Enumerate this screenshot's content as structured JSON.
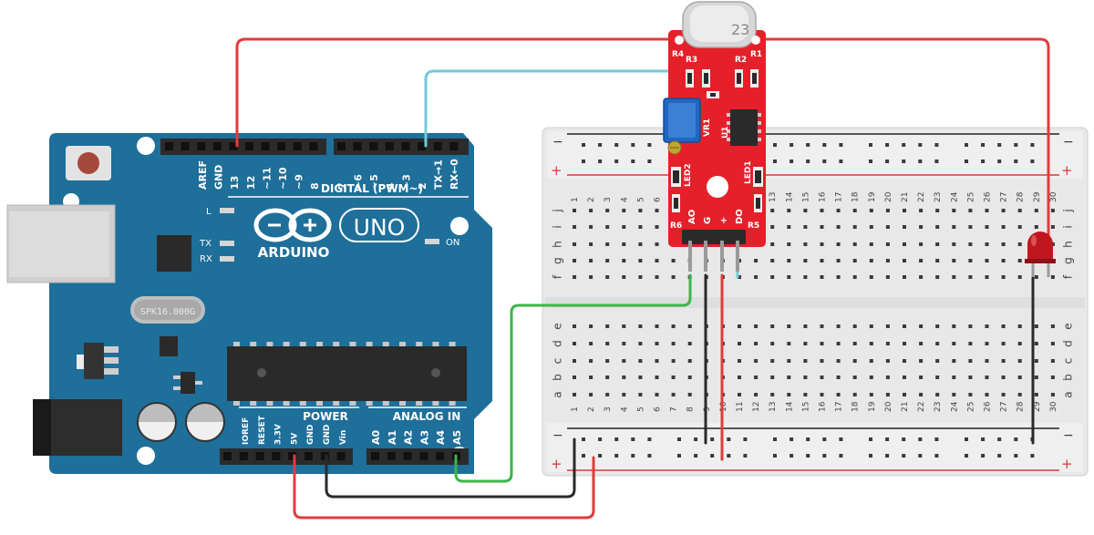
{
  "arduino": {
    "brand": "ARDUINO",
    "model": "UNO",
    "crystal": "SPK16.000G",
    "digital_header_label": "DIGITAL (PWM~)",
    "digital_pins_left": [
      "AREF",
      "GND",
      "13",
      "12",
      "~11",
      "~10",
      "~9",
      "8"
    ],
    "digital_pins_right": [
      "7",
      "~6",
      "~5",
      "4",
      "~3",
      "2",
      "TX→1",
      "RX←0"
    ],
    "led_labels": {
      "l": "L",
      "tx": "TX",
      "rx": "RX",
      "on": "ON"
    },
    "power_label": "POWER",
    "power_pins": [
      "IOREF",
      "RESET",
      "3.3V",
      "5V",
      "GND",
      "GND",
      "Vin"
    ],
    "analog_label": "ANALOG IN",
    "analog_pins": [
      "A0",
      "A1",
      "A2",
      "A3",
      "A4",
      "A5"
    ]
  },
  "breadboard": {
    "columns": [
      "1",
      "2",
      "3",
      "4",
      "5",
      "6",
      "7",
      "8",
      "9",
      "10",
      "11",
      "12",
      "13",
      "14",
      "15",
      "16",
      "17",
      "18",
      "19",
      "20",
      "21",
      "22",
      "23",
      "24",
      "25",
      "26",
      "27",
      "28",
      "29",
      "30"
    ],
    "rows_top": [
      "j",
      "i",
      "h",
      "g",
      "f"
    ],
    "rows_bottom": [
      "e",
      "d",
      "c",
      "b",
      "a"
    ],
    "rail_minus": "−",
    "rail_plus": "+"
  },
  "sound_sensor": {
    "component_labels": [
      "R4",
      "R3",
      "R2",
      "R1",
      "VR1",
      "U1",
      "LED2",
      "LED1",
      "R6",
      "R5"
    ],
    "pin_labels": [
      "AO",
      "G",
      "+",
      "DO"
    ],
    "mic_text": "23"
  },
  "colors": {
    "wire_red": "#e23b3b",
    "wire_black": "#2a2a2a",
    "wire_green": "#3cb54a",
    "wire_cyan": "#74cad6",
    "board_blue": "#1e6f9a",
    "sensor_red": "#e5202a",
    "led_red": "#c0171f"
  }
}
